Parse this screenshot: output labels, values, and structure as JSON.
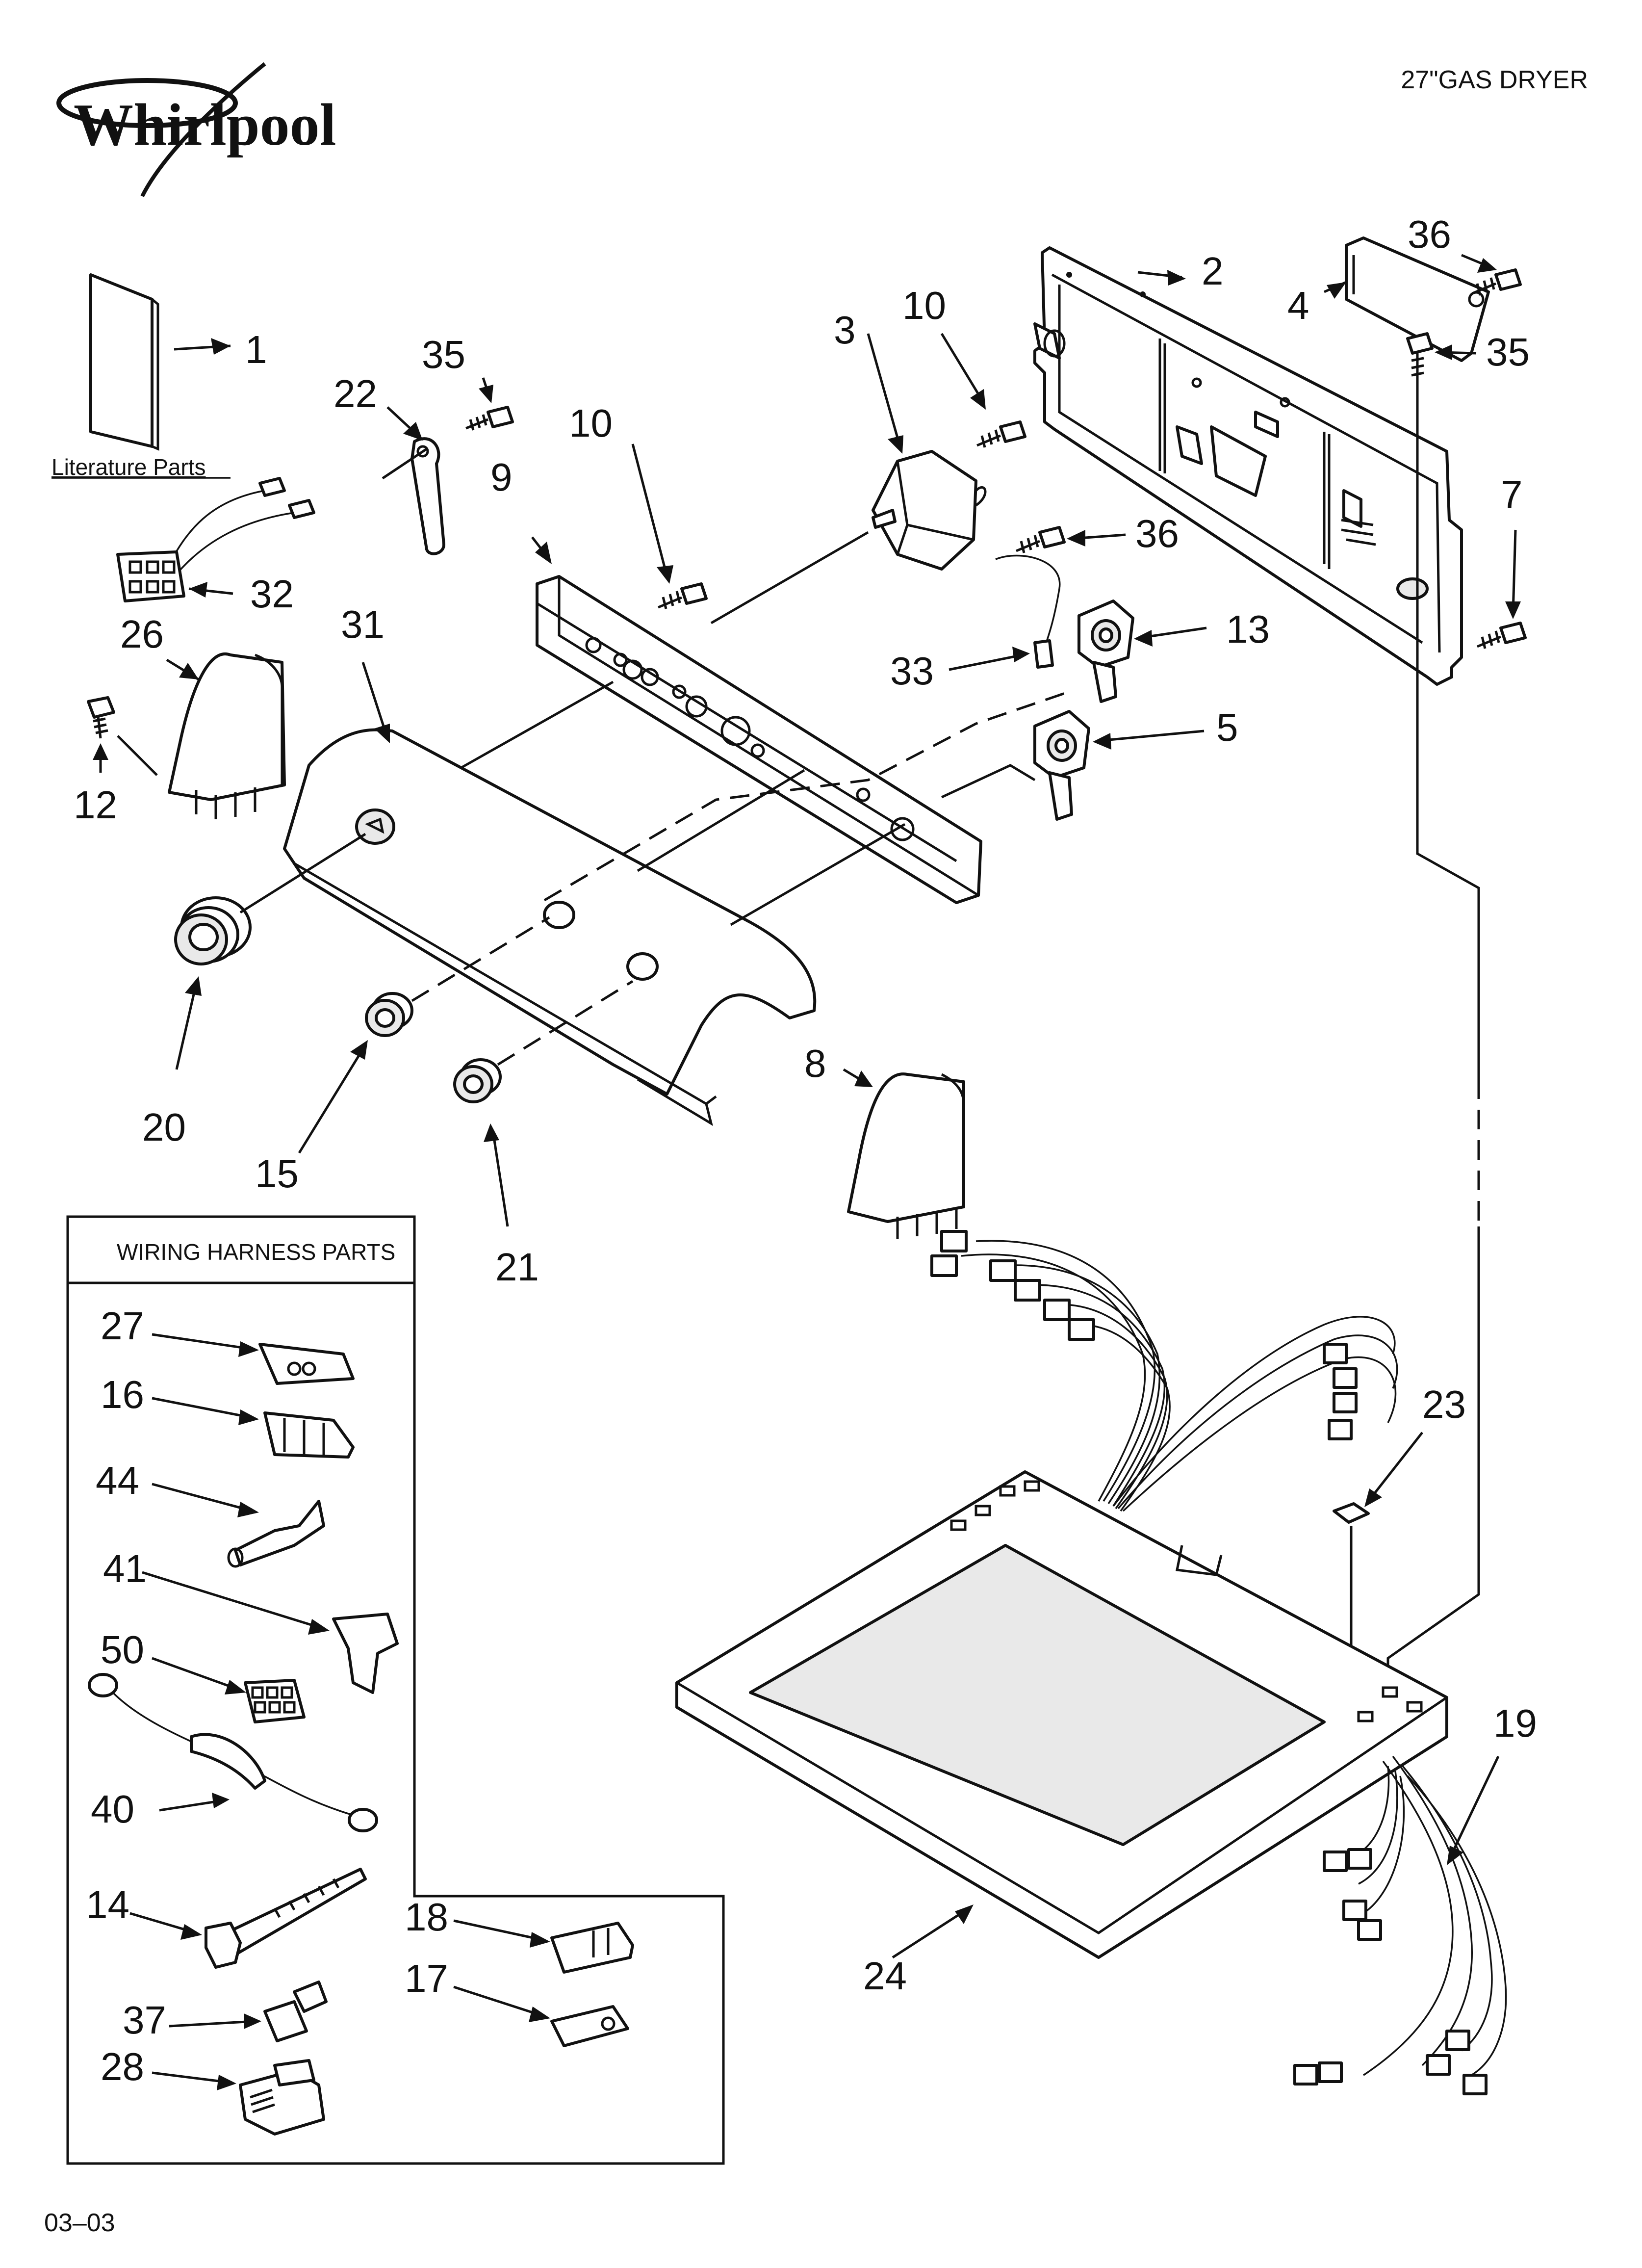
{
  "brand": {
    "name": "Whirlpool"
  },
  "header": {
    "model_title": "27\"GAS DRYER"
  },
  "footer": {
    "code": "03–03"
  },
  "sections": {
    "literature": "Literature Parts",
    "wiring_harness": "WIRING HARNESS PARTS"
  },
  "callouts": {
    "p1": "1",
    "p2": "2",
    "p3": "3",
    "p4": "4",
    "p5": "5",
    "p7": "7",
    "p8": "8",
    "p9": "9",
    "p10a": "10",
    "p10b": "10",
    "p12": "12",
    "p13": "13",
    "p14": "14",
    "p15": "15",
    "p16": "16",
    "p17": "17",
    "p18": "18",
    "p19": "19",
    "p20": "20",
    "p21": "21",
    "p22": "22",
    "p23": "23",
    "p24": "24",
    "p26": "26",
    "p27": "27",
    "p28": "28",
    "p31": "31",
    "p32": "32",
    "p33": "33",
    "p35a": "35",
    "p35b": "35",
    "p36a": "36",
    "p36b": "36",
    "p37": "37",
    "p40": "40",
    "p41": "41",
    "p44": "44",
    "p50": "50"
  }
}
